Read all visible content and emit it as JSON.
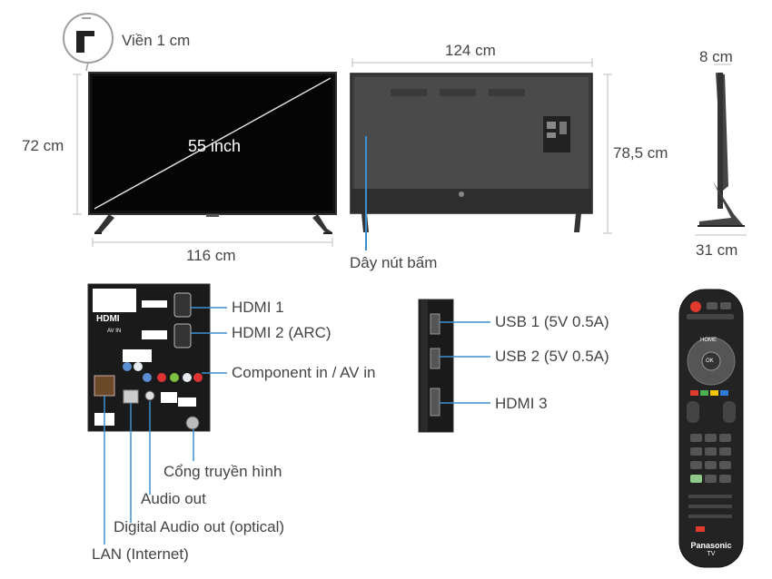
{
  "dimensions": {
    "bezel": "Viền 1 cm",
    "screen_size": "55 inch",
    "height_no_stand": "72 cm",
    "width_front": "116 cm",
    "width_total": "124 cm",
    "height_with_stand": "78,5 cm",
    "depth_top": "8 cm",
    "depth_stand": "31 cm",
    "button_cable": "Dây nút bấm"
  },
  "ports_back": {
    "hdmi1": "HDMI 1",
    "hdmi2": "HDMI 2 (ARC)",
    "component": "Component in / AV in",
    "antenna": "Cổng truyền hình",
    "audio_out": "Audio out",
    "digital_audio": "Digital Audio out (optical)",
    "lan": "LAN (Internet)"
  },
  "ports_side": {
    "usb1": "USB 1 (5V 0.5A)",
    "usb2": "USB 2 (5V 0.5A)",
    "hdmi3": "HDMI 3"
  },
  "remote": {
    "brand": "Panasonic",
    "sub": "TV",
    "home": "HOME",
    "ok": "OK"
  },
  "panel_text": {
    "hdmi_logo": "HDMI",
    "av_in": "AV IN"
  },
  "colors": {
    "callout": "#3b8fd1",
    "dim": "#bdbdbd"
  }
}
